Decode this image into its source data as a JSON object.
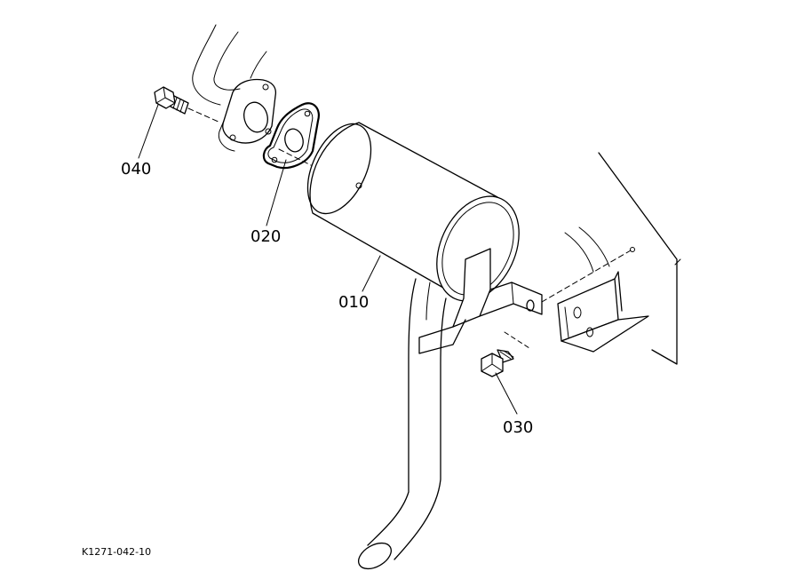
{
  "diagram": {
    "labels": {
      "muffler": "010",
      "gasket": "020",
      "bolt_bracket": "030",
      "bolt_flange": "040"
    },
    "reference_code": "K1271-042-10"
  }
}
